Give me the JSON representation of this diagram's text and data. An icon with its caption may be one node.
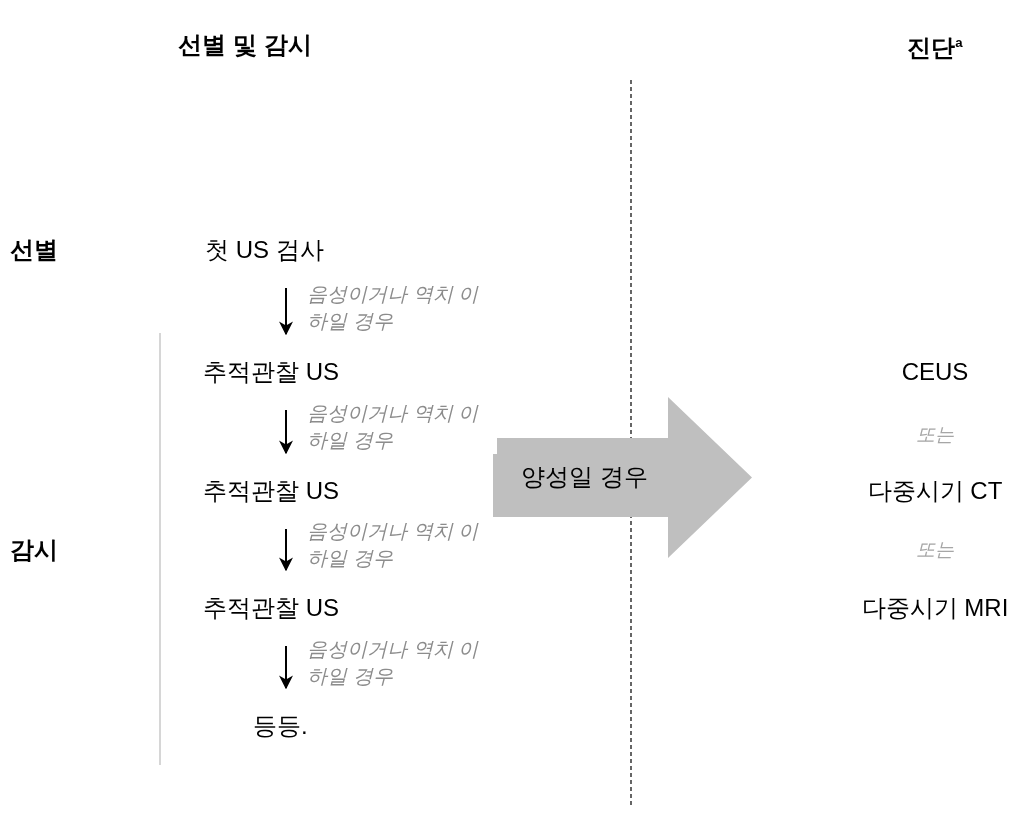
{
  "diagram": {
    "nodes": [
      {
        "text": [
          "첫 US 검사"
        ]
      },
      {
        "text": [
          "추적관찰 US"
        ]
      },
      {
        "text": [
          "추적관찰 US"
        ]
      },
      {
        "text": [
          "추적관찰 US"
        ]
      },
      {
        "text": [
          "등등."
        ]
      },
      {
        "text": [
          "양성일 경우"
        ]
      }
    ],
    "edges": [
      {
        "from": 0,
        "to": 1,
        "arrow": "to",
        "label": "음성이거나 역치 이하일 경우"
      },
      {
        "from": 1,
        "to": 2,
        "arrow": "to",
        "label": "음성이거나 역치 이하일 경우"
      },
      {
        "from": 2,
        "to": 3,
        "arrow": "to",
        "label": "음성이거나 역치 이하일 경우"
      },
      {
        "from": 3,
        "to": 4,
        "arrow": "to",
        "label": "음성이거나 역치 이하일 경우"
      }
    ],
    "labels": [
      "선별 및 감시",
      "진단$^{a}$",
      "선별",
      "CEUS",
      "또는",
      "다중시기 CT",
      "감시",
      "또는",
      "다중시기 MRI"
    ]
  }
}
